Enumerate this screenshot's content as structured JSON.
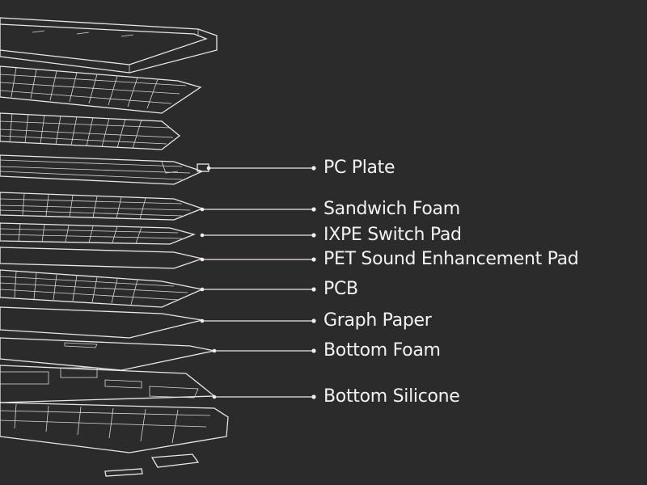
{
  "diagram": {
    "background": "#2b2b2b",
    "line_color": "#e8e8e8",
    "leader_color": "#f0e4ea",
    "layers": [
      {
        "id": "pc-plate",
        "label": "PC Plate"
      },
      {
        "id": "sandwich-foam",
        "label": "Sandwich Foam"
      },
      {
        "id": "ixpe-switch-pad",
        "label": "IXPE Switch Pad"
      },
      {
        "id": "pet-sound-enhancement-pad",
        "label": "PET Sound Enhancement Pad"
      },
      {
        "id": "pcb",
        "label": "PCB"
      },
      {
        "id": "graph-paper",
        "label": "Graph Paper"
      },
      {
        "id": "bottom-foam",
        "label": "Bottom Foam"
      },
      {
        "id": "bottom-silicone",
        "label": "Bottom Silicone"
      }
    ]
  }
}
